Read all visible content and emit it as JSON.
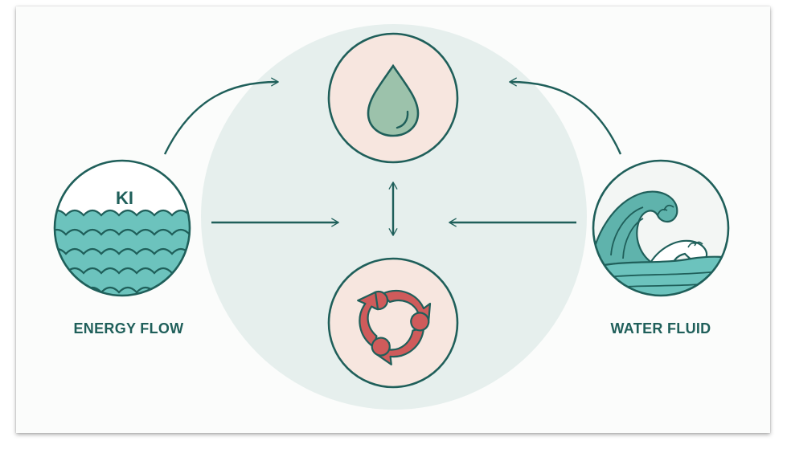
{
  "diagram": {
    "left_node": {
      "badge": "KI",
      "label": "ENERGY FLOW",
      "icon": "waves-icon"
    },
    "right_node": {
      "label": "WATER FLUID",
      "icon": "ocean-wave-icon"
    },
    "top_node": {
      "icon": "water-drop-icon"
    },
    "bottom_node": {
      "icon": "recycle-icon"
    }
  },
  "colors": {
    "ink": "#1f5f5a",
    "teal_fill": "#6cc3bd",
    "drop_fill": "#9cc2ab",
    "node_bg": "#f7e6df",
    "recycle": "#cf5b5b",
    "backdrop": "#e6efed"
  }
}
